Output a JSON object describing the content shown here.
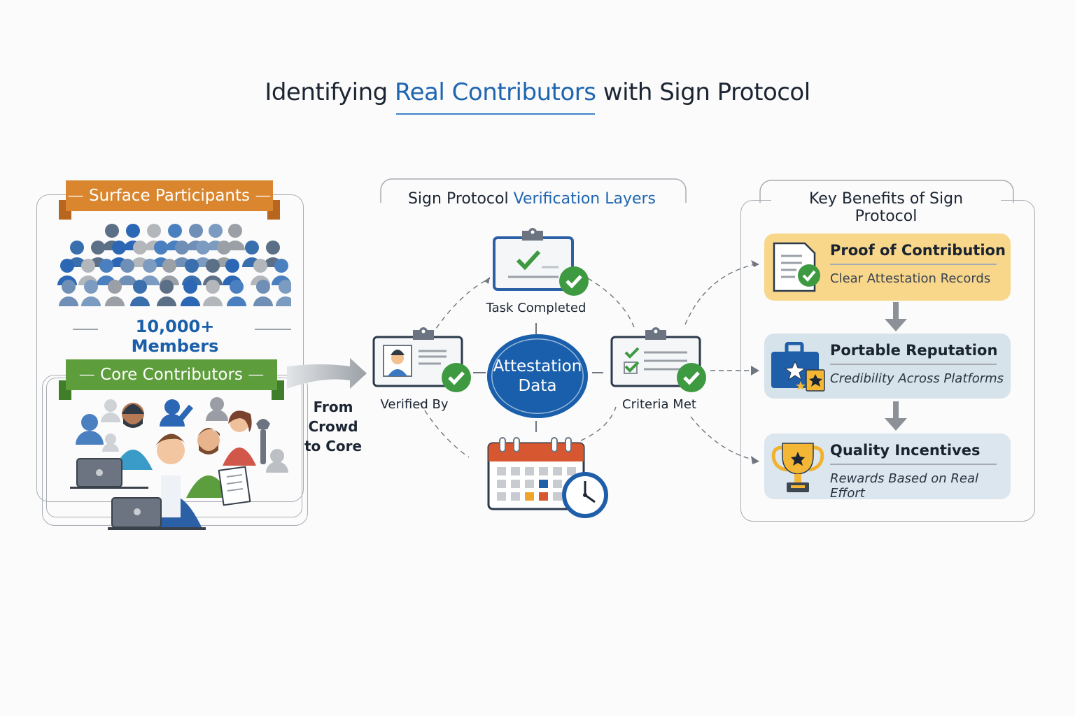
{
  "title": {
    "prefix": "Identifying ",
    "accent": "Real Contributors",
    "suffix": " with Sign Protocol"
  },
  "left_panel": {
    "surface_banner": "Surface Participants",
    "surface_count": "10,000+ Members",
    "core_banner": "Core Contributors",
    "transition_label_lines": [
      "From",
      "Crowd",
      "to Core"
    ],
    "colors": {
      "surface": "#d9862f",
      "core": "#5d9d3b"
    }
  },
  "center_panel": {
    "title_prefix": "Sign Protocol ",
    "title_accent": "Verification Layers",
    "hub": {
      "line1": "Attestation",
      "line2": "Data",
      "color": "#1a5fab"
    },
    "nodes": [
      {
        "id": "task",
        "label": "Task Completed",
        "icon": "clipboard-check-icon"
      },
      {
        "id": "verified",
        "label": "Verified By",
        "icon": "id-badge-icon"
      },
      {
        "id": "criteria",
        "label": "Criteria Met",
        "icon": "checklist-icon"
      },
      {
        "id": "time",
        "label": "",
        "icon": "calendar-clock-icon"
      }
    ]
  },
  "right_panel": {
    "title": "Key Benefits of Sign Protocol",
    "benefits": [
      {
        "title": "Proof of Contribution",
        "subtitle": "Clear Attestation Records",
        "icon": "document-check-icon",
        "color": "#f8d68a"
      },
      {
        "title": "Portable Reputation",
        "subtitle": "Credibility Across Platforms",
        "icon": "briefcase-star-icon",
        "color": "#d6e3ea"
      },
      {
        "title": "Quality Incentives",
        "subtitle": "Rewards Based on Real Effort",
        "icon": "trophy-icon",
        "color": "#dbe6ef"
      }
    ]
  }
}
